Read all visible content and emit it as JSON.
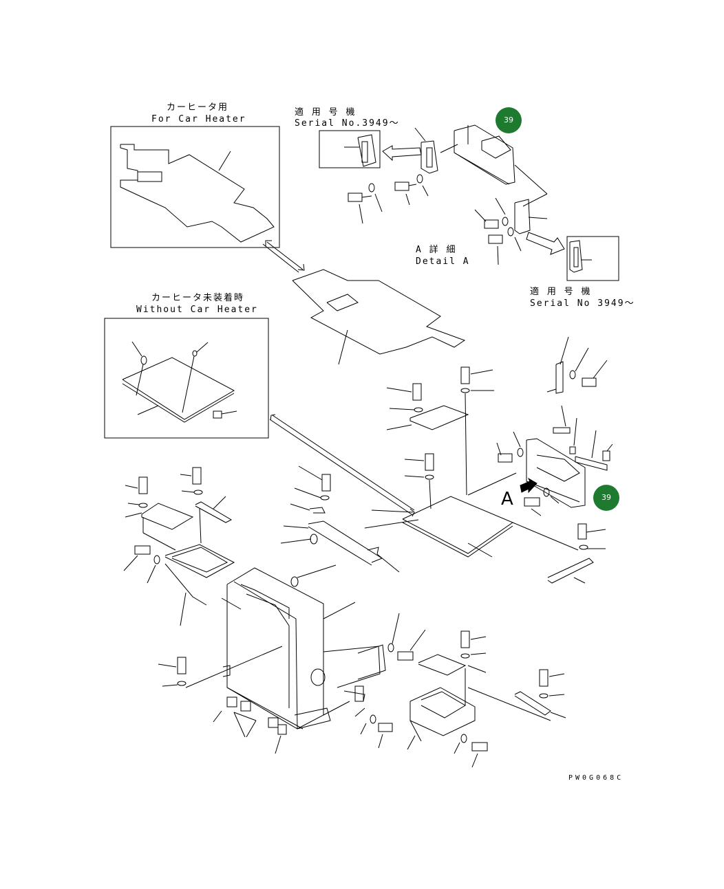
{
  "labels": {
    "car_heater_jp": "カーヒータ用",
    "car_heater_en": "For Car Heater",
    "serial_top_jp": "適 用 号 機",
    "serial_top_en": "Serial No.3949～",
    "detail_jp": "A 詳 細",
    "detail_en": "Detail A",
    "serial_right_jp": "適 用 号 機",
    "serial_right_en": "Serial No 3949～",
    "no_heater_jp": "カーヒータ未装着時",
    "no_heater_en": "Without Car Heater",
    "view_letter": "A",
    "drawing_code": "PW0G068C"
  },
  "callouts": [
    {
      "id": "callout-top",
      "text": "39"
    },
    {
      "id": "callout-right",
      "text": "39"
    }
  ],
  "colors": {
    "callout_fill": "#1e7a2e",
    "line": "#000000"
  }
}
